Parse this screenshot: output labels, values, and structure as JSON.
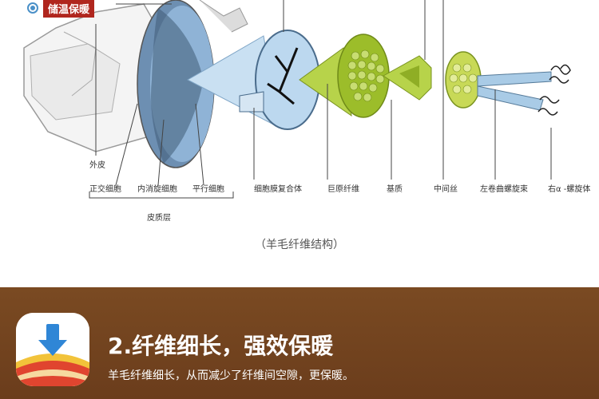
{
  "diagram": {
    "tag": "储温保暖",
    "labels": {
      "skin": "外皮",
      "ortho": "正交细胞",
      "para": "内消旋细胞",
      "meso": "平行细胞",
      "cortex": "皮质层",
      "membrane": "细胞膜复合体",
      "macro": "巨原纤维",
      "matrix": "基质",
      "micro": "中间丝",
      "lefthelix": "左卷曲螺旋束",
      "righthelix": "右α -螺旋体"
    },
    "caption": "（羊毛纤维结构）"
  },
  "footer": {
    "heading": "2.纤维细长，强效保暖",
    "subtext": "羊毛纤维细长，从而减少了纤维间空隙，更保暖。",
    "icon": "download-arrow-icon"
  },
  "colors": {
    "footer_bg": "#7a4a22",
    "tag_bg": "#b0261e",
    "fiber_green": "#9cbd2a",
    "fiber_blue": "#a9cbe6"
  }
}
